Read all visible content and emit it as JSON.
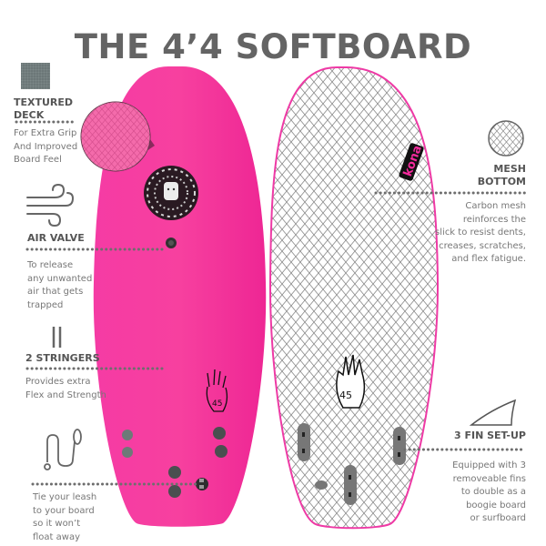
{
  "title": "THE 4’4 SOFTBOARD",
  "colors": {
    "board_pink": "#f42a9c",
    "mesh_line": "#8a8a8a",
    "text_dark": "#555555",
    "text_light": "#777777",
    "dot_line": "#6e6e6e"
  },
  "features": {
    "textured_deck": {
      "title_line1": "TEXTURED",
      "title_line2": "DECK",
      "desc_line1": "For Extra Grip",
      "desc_line2": "And Improved",
      "desc_line3": "Board Feel",
      "icon": "texture-swatch-icon"
    },
    "air_valve": {
      "title": "AIR VALVE",
      "desc_line1": "To release",
      "desc_line2": "any unwanted",
      "desc_line3": "air that gets",
      "desc_line4": "trapped",
      "icon": "wind-icon"
    },
    "stringers": {
      "title": "2 STRINGERS",
      "desc_line1": "Provides extra",
      "desc_line2": "Flex and Strength",
      "icon": "double-line-icon"
    },
    "leash": {
      "desc_line1": "Tie your leash",
      "desc_line2": "to your board",
      "desc_line3": "so it won’t",
      "desc_line4": "float away",
      "icon": "leash-icon"
    },
    "mesh_bottom": {
      "title_line1": "MESH",
      "title_line2": "BOTTOM",
      "desc_line1": "Carbon mesh",
      "desc_line2": "reinforces the",
      "desc_line3": "slick to resist dents,",
      "desc_line4": "creases, scratches,",
      "desc_line5": "and flex fatigue.",
      "icon": "mesh-circle-icon"
    },
    "fin_setup": {
      "title": "3 FIN SET-UP",
      "desc_line1": "Equipped with 3",
      "desc_line2": "removeable fins",
      "desc_line3": "to double as a",
      "desc_line4": "boogie board",
      "desc_line5": "or surfboard",
      "icon": "fin-icon"
    }
  },
  "board_logos": {
    "deck_logo": "medusa-logo",
    "bottom_logo": "kona-logo",
    "hand_logo": "44-hand-logo"
  }
}
